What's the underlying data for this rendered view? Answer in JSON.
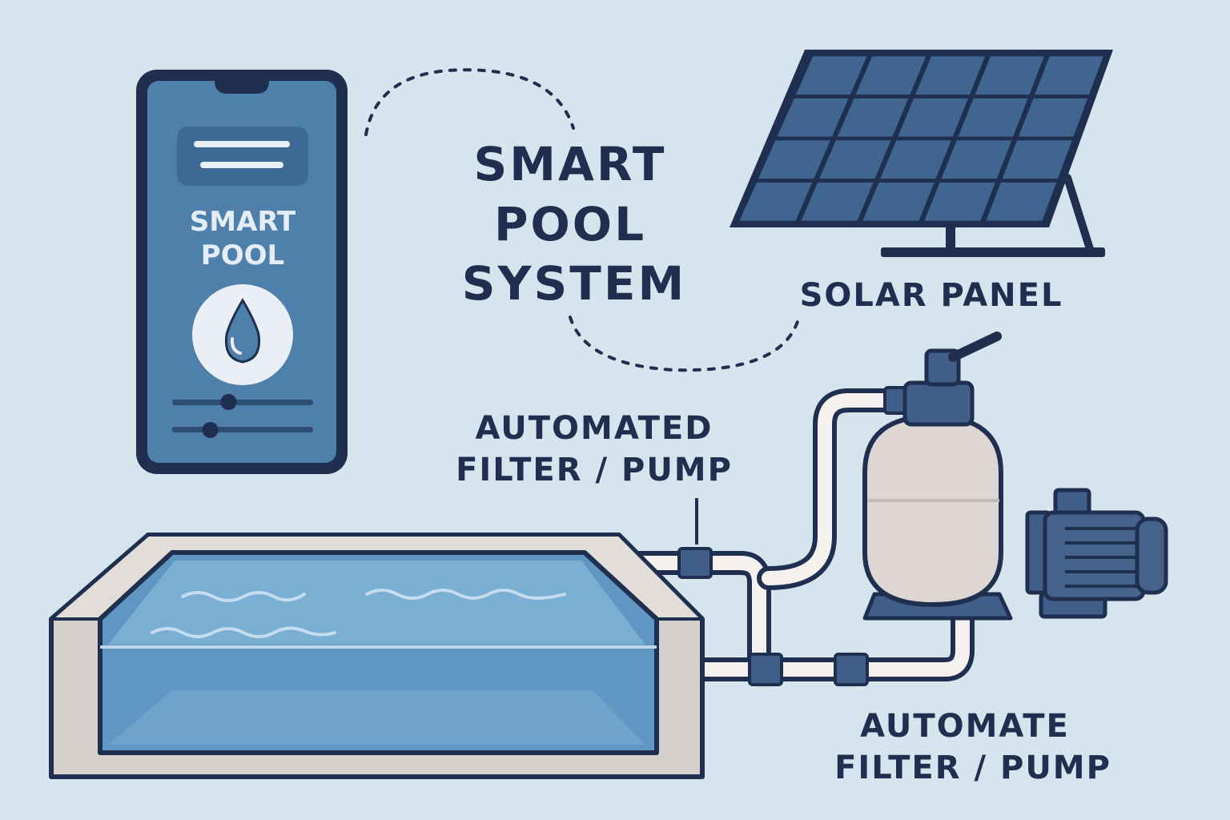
{
  "title": {
    "line1": "SMART",
    "line2": "POOL",
    "line3": "SYSTEM"
  },
  "phone": {
    "label_line1": "SMART",
    "label_line2": "POOL",
    "app_icon": "water-drop-icon",
    "sliders": [
      {
        "value": 0.4
      },
      {
        "value": 0.27
      }
    ]
  },
  "solar_panel": {
    "label": "SOLAR PANEL",
    "icon": "solar-panel-icon"
  },
  "filter_label_top": {
    "line1": "AUTOMATED",
    "line2": "FILTER / PUMP"
  },
  "filter_label_bottom": {
    "line1": "AUTOMATE",
    "line2": "FILTER / PUMP"
  },
  "colors": {
    "background": "#d6e4ee",
    "outline": "#1f2f4f",
    "phone_screen": "#4f80ac",
    "panel_cell": "#3f6590",
    "water": "#5f97c2",
    "pool_wall": "#d6d0cc",
    "filter_tank": "#ddd6d2",
    "pump_motor": "#44628a"
  }
}
